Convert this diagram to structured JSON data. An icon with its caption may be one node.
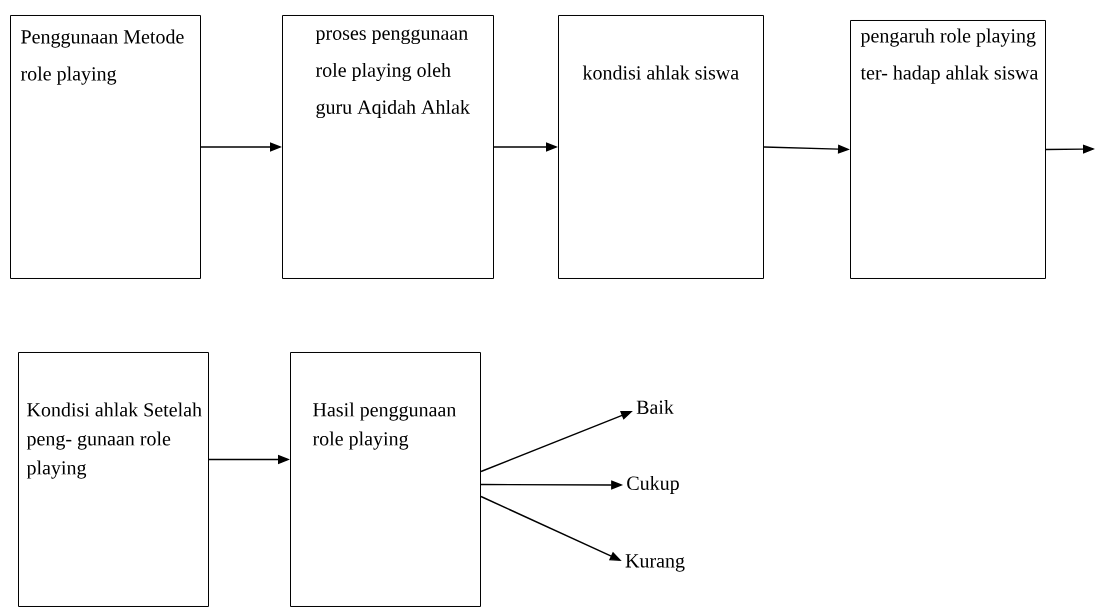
{
  "diagram": {
    "nodes": [
      {
        "text": [
          "Penggunaan Metode role playing"
        ]
      },
      {
        "text": [
          "proses penggunaan role playing oleh guru Aqidah Ahlak"
        ]
      },
      {
        "text": [
          "kondisi ahlak siswa"
        ]
      },
      {
        "text": [
          "pengaruh role playing ter- hadap ahlak siswa"
        ]
      },
      {
        "text": [
          "Kondisi ahlak Setelah peng- gunaan role playing"
        ]
      },
      {
        "text": [
          "Hasil penggunaan role playing"
        ]
      },
      {
        "text": [
          "Baik"
        ]
      },
      {
        "text": [
          "Cukup"
        ]
      },
      {
        "text": [
          "Kurang"
        ]
      }
    ],
    "edges": [
      {
        "from": 0,
        "to": 1,
        "arrow": "to"
      },
      {
        "from": 1,
        "to": 2,
        "arrow": "to"
      },
      {
        "from": 2,
        "to": 3,
        "arrow": "to"
      },
      {
        "from": 3,
        "to": null,
        "arrow": "to"
      },
      {
        "from": 4,
        "to": 5,
        "arrow": "to"
      },
      {
        "from": 5,
        "to": 6,
        "arrow": "to"
      },
      {
        "from": 5,
        "to": 7,
        "arrow": "to"
      },
      {
        "from": 5,
        "to": 8,
        "arrow": "to"
      }
    ]
  }
}
